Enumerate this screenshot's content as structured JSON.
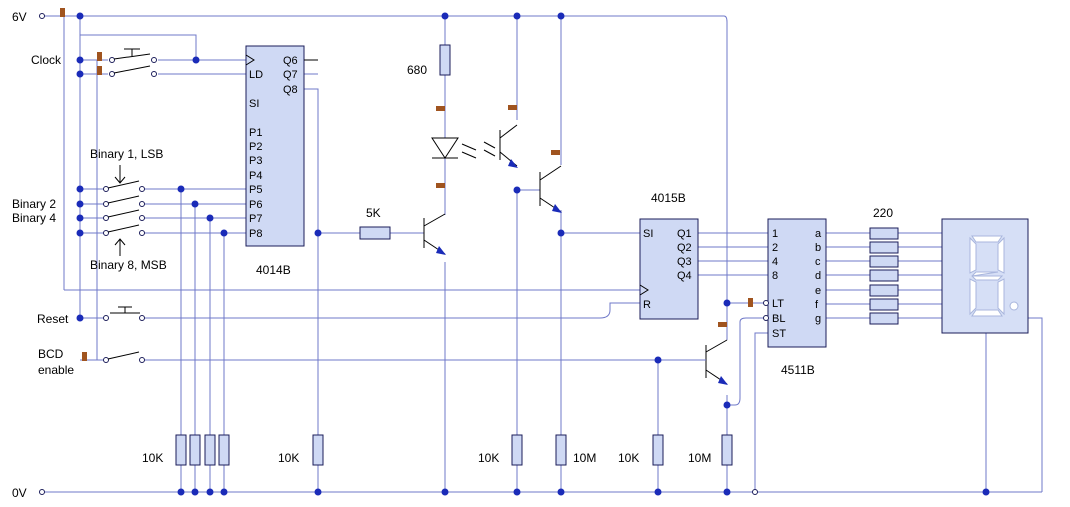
{
  "rails": {
    "vcc": "6V",
    "gnd": "0V"
  },
  "inputs": {
    "clock": "Clock",
    "binary1": "Binary 1, LSB",
    "binary2": "Binary 2",
    "binary4": "Binary 4",
    "binary8": "Binary 8, MSB",
    "reset": "Reset",
    "bcd_line1": "BCD",
    "bcd_line2": "enable"
  },
  "ic_4014": {
    "name": "4014B",
    "left_pins": [
      "LD",
      "SI",
      "P1",
      "P2",
      "P3",
      "P4",
      "P5",
      "P6",
      "P7",
      "P8"
    ],
    "right_pins": [
      "Q6",
      "Q7",
      "Q8"
    ]
  },
  "ic_4015": {
    "name": "4015B",
    "left_pins": [
      "SI",
      "R"
    ],
    "right_pins": [
      "Q1",
      "Q2",
      "Q3",
      "Q4"
    ]
  },
  "ic_4511": {
    "name": "4511B",
    "left_pins": [
      "1",
      "2",
      "4",
      "8",
      "LT",
      "BL",
      "ST"
    ],
    "right_pins": [
      "a",
      "b",
      "c",
      "d",
      "e",
      "f",
      "g"
    ]
  },
  "resistors": {
    "r680": "680",
    "r5k": "5K",
    "r220": "220",
    "pulldown_inputs": "10K",
    "pulldown_q8": "10K",
    "pulldown_photo": "10K",
    "r10m_a": "10M",
    "pulldown_bcd": "10K",
    "r10m_b": "10M"
  }
}
